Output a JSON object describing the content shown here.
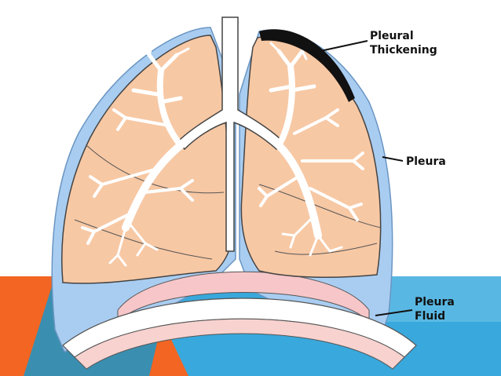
{
  "labels": {
    "pleural_thickening": [
      "Pleural",
      "Thickening"
    ],
    "pleura": "Pleura",
    "pleura_fluid": [
      "Pleura",
      "Fluid"
    ]
  },
  "colors": {
    "background": "#ffffff",
    "lung_fill": "#f7c8a4",
    "pleura_blue": "#a9cdf1",
    "diaphragm_pink": "#f7c6c9",
    "trachea": "#ffffff",
    "thickening": "#111111",
    "banner_orange": "#f26522",
    "banner_teal": "#3a8fb0",
    "banner_blue": "#39a8dc",
    "banner_light": "#6fc3e8"
  }
}
